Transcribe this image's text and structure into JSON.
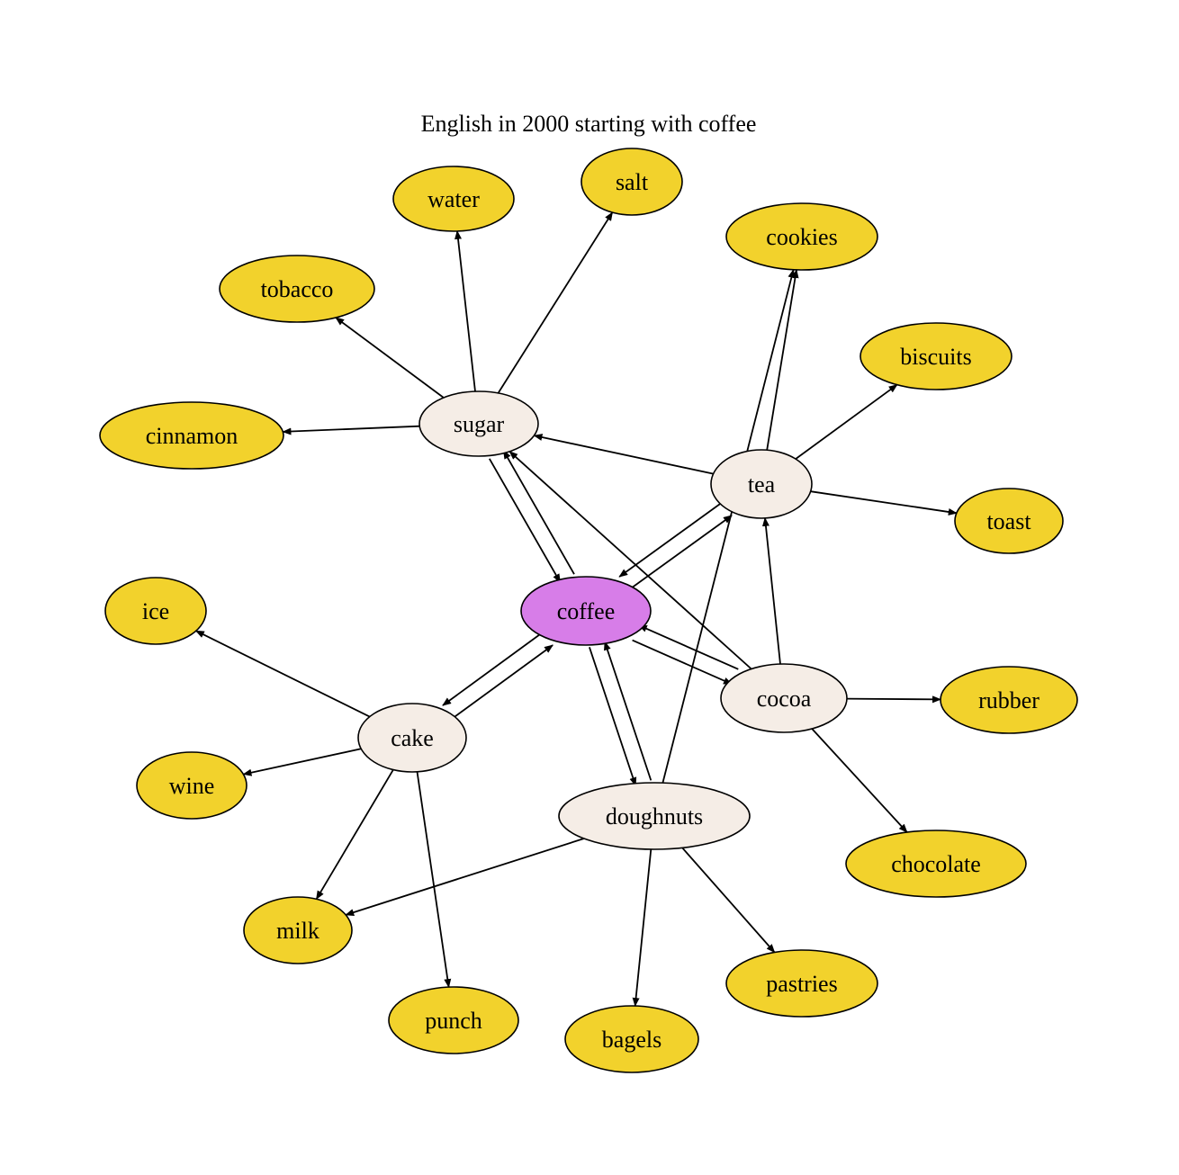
{
  "title": "English in 2000  starting with coffee",
  "colors": {
    "root": "#d77de8",
    "expanded": "#f5ede6",
    "leaf": "#f2d22c",
    "stroke": "#000000"
  },
  "nodes": [
    {
      "id": "coffee",
      "label": "coffee",
      "kind": "root"
    },
    {
      "id": "sugar",
      "label": "sugar",
      "kind": "expanded"
    },
    {
      "id": "tea",
      "label": "tea",
      "kind": "expanded"
    },
    {
      "id": "cocoa",
      "label": "cocoa",
      "kind": "expanded"
    },
    {
      "id": "cake",
      "label": "cake",
      "kind": "expanded"
    },
    {
      "id": "doughnuts",
      "label": "doughnuts",
      "kind": "expanded"
    },
    {
      "id": "water",
      "label": "water",
      "kind": "leaf"
    },
    {
      "id": "salt",
      "label": "salt",
      "kind": "leaf"
    },
    {
      "id": "cookies",
      "label": "cookies",
      "kind": "leaf"
    },
    {
      "id": "tobacco",
      "label": "tobacco",
      "kind": "leaf"
    },
    {
      "id": "biscuits",
      "label": "biscuits",
      "kind": "leaf"
    },
    {
      "id": "cinnamon",
      "label": "cinnamon",
      "kind": "leaf"
    },
    {
      "id": "toast",
      "label": "toast",
      "kind": "leaf"
    },
    {
      "id": "ice",
      "label": "ice",
      "kind": "leaf"
    },
    {
      "id": "rubber",
      "label": "rubber",
      "kind": "leaf"
    },
    {
      "id": "wine",
      "label": "wine",
      "kind": "leaf"
    },
    {
      "id": "chocolate",
      "label": "chocolate",
      "kind": "leaf"
    },
    {
      "id": "milk",
      "label": "milk",
      "kind": "leaf"
    },
    {
      "id": "pastries",
      "label": "pastries",
      "kind": "leaf"
    },
    {
      "id": "punch",
      "label": "punch",
      "kind": "leaf"
    },
    {
      "id": "bagels",
      "label": "bagels",
      "kind": "leaf"
    }
  ],
  "edges": [
    {
      "from": "coffee",
      "to": "sugar"
    },
    {
      "from": "sugar",
      "to": "coffee"
    },
    {
      "from": "coffee",
      "to": "tea"
    },
    {
      "from": "tea",
      "to": "coffee"
    },
    {
      "from": "coffee",
      "to": "cocoa"
    },
    {
      "from": "cocoa",
      "to": "coffee"
    },
    {
      "from": "coffee",
      "to": "cake"
    },
    {
      "from": "cake",
      "to": "coffee"
    },
    {
      "from": "coffee",
      "to": "doughnuts"
    },
    {
      "from": "doughnuts",
      "to": "coffee"
    },
    {
      "from": "sugar",
      "to": "water"
    },
    {
      "from": "sugar",
      "to": "salt"
    },
    {
      "from": "sugar",
      "to": "tobacco"
    },
    {
      "from": "sugar",
      "to": "cinnamon"
    },
    {
      "from": "tea",
      "to": "sugar"
    },
    {
      "from": "tea",
      "to": "cookies"
    },
    {
      "from": "tea",
      "to": "biscuits"
    },
    {
      "from": "tea",
      "to": "toast"
    },
    {
      "from": "cocoa",
      "to": "sugar"
    },
    {
      "from": "cocoa",
      "to": "tea"
    },
    {
      "from": "cocoa",
      "to": "rubber"
    },
    {
      "from": "cocoa",
      "to": "chocolate"
    },
    {
      "from": "cake",
      "to": "ice"
    },
    {
      "from": "cake",
      "to": "wine"
    },
    {
      "from": "cake",
      "to": "milk"
    },
    {
      "from": "cake",
      "to": "punch"
    },
    {
      "from": "doughnuts",
      "to": "cookies"
    },
    {
      "from": "doughnuts",
      "to": "milk"
    },
    {
      "from": "doughnuts",
      "to": "pastries"
    },
    {
      "from": "doughnuts",
      "to": "bagels"
    }
  ]
}
